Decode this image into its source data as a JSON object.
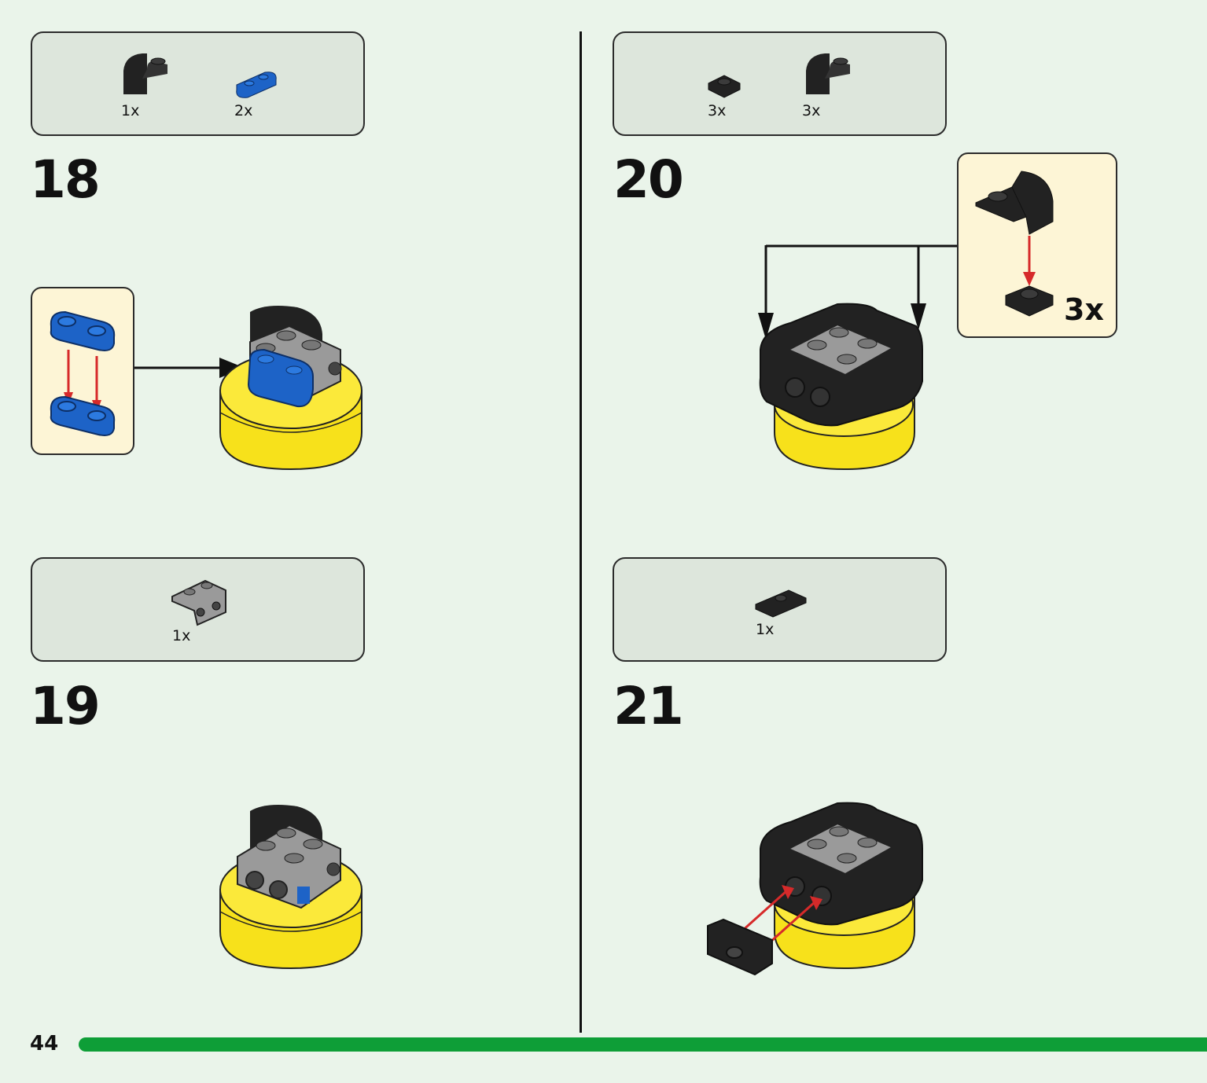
{
  "steps": [
    {
      "number": "18",
      "parts": [
        {
          "icon": "black-curved-slope-icon",
          "qty": "1x"
        },
        {
          "icon": "blue-plate-1x2-rounded-icon",
          "qty": "2x"
        }
      ]
    },
    {
      "number": "19",
      "parts": [
        {
          "icon": "gray-bracket-1x2-icon",
          "qty": "1x"
        }
      ]
    },
    {
      "number": "20",
      "parts": [
        {
          "icon": "black-plate-1x1-icon",
          "qty": "3x"
        },
        {
          "icon": "black-curved-slope-icon",
          "qty": "3x"
        }
      ],
      "callout_qty": "3x"
    },
    {
      "number": "21",
      "parts": [
        {
          "icon": "black-jumper-plate-1x2-icon",
          "qty": "1x"
        }
      ]
    }
  ],
  "page_number": "44",
  "colors": {
    "background": "#eaf4ea",
    "parts_box": "#dde6dc",
    "callout": "#fdf5d6",
    "yellow": "#f7e11b",
    "blue": "#1d63c7",
    "black": "#222222",
    "gray": "#9a9a9a",
    "red_arrow": "#d62a2a",
    "progress": "#0e9e37"
  }
}
